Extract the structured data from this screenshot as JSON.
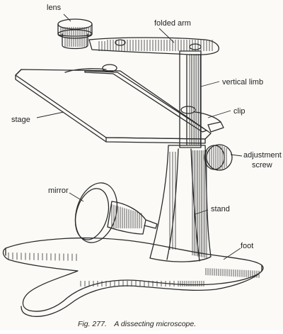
{
  "labels": {
    "lens": "lens",
    "folded_arm": "folded arm",
    "vertical_limb": "vertical limb",
    "stage": "stage",
    "clip": "clip",
    "adjustment_line1": "adjustment",
    "adjustment_line2": "screw",
    "mirror": "mirror",
    "stand": "stand",
    "foot": "foot"
  },
  "caption": {
    "fig_number": "Fig. 277.",
    "text": "A dissecting microscope."
  }
}
